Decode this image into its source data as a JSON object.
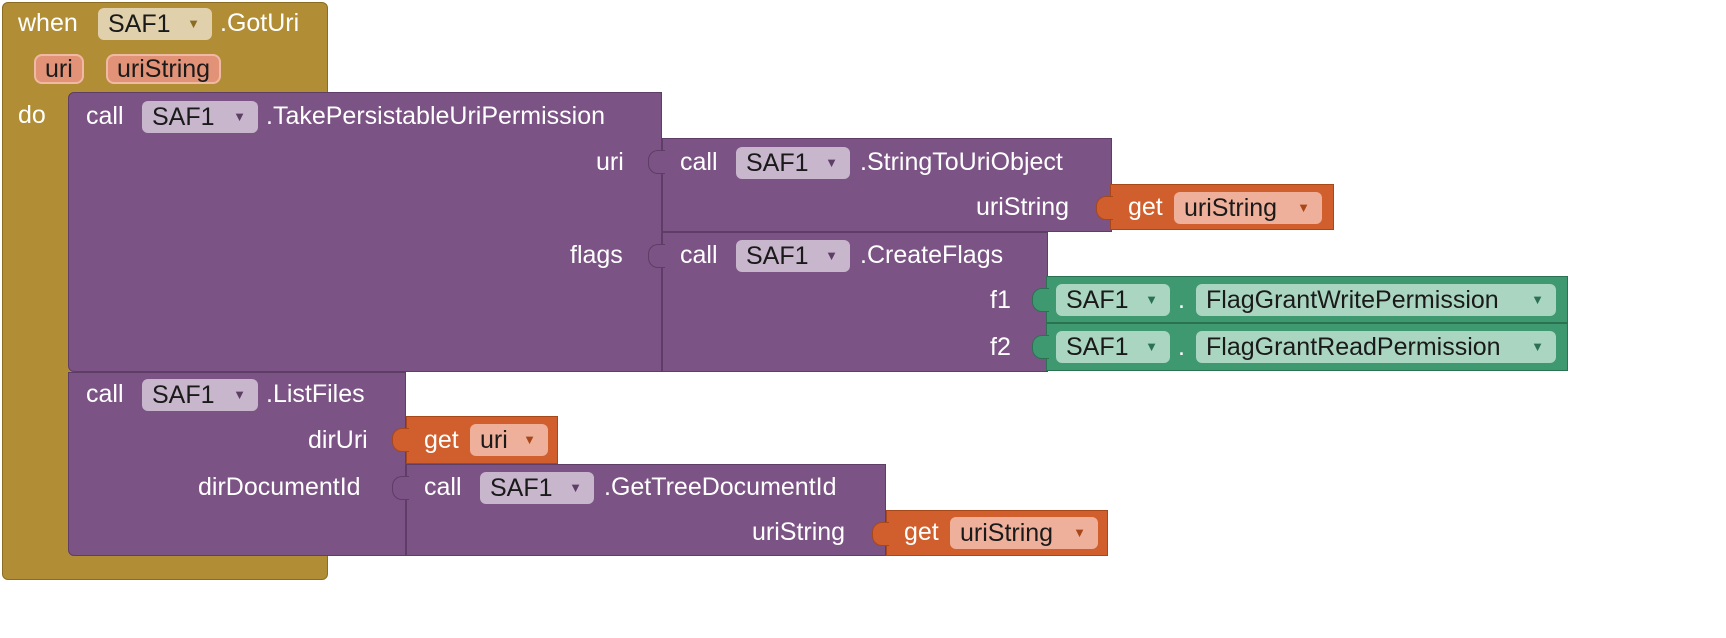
{
  "event": {
    "when_label": "when",
    "component": "SAF1",
    "event_name": ".GotUri",
    "params": [
      "uri",
      "uriString"
    ],
    "do_label": "do"
  },
  "take_permission": {
    "call_label": "call",
    "component": "SAF1",
    "method": ".TakePersistableUriPermission",
    "uri_label": "uri",
    "flags_label": "flags"
  },
  "string_to_uri": {
    "call_label": "call",
    "component": "SAF1",
    "method": ".StringToUriObject",
    "arg_label": "uriString",
    "get_label": "get",
    "get_var": "uriString"
  },
  "create_flags": {
    "call_label": "call",
    "component": "SAF1",
    "method": ".CreateFlags",
    "f1_label": "f1",
    "f2_label": "f2",
    "f1_component": "SAF1",
    "f1_dot": ".",
    "f1_value": "FlagGrantWritePermission",
    "f2_component": "SAF1",
    "f2_dot": ".",
    "f2_value": "FlagGrantReadPermission"
  },
  "list_files": {
    "call_label": "call",
    "component": "SAF1",
    "method": ".ListFiles",
    "dir_uri_label": "dirUri",
    "dir_doc_label": "dirDocumentId",
    "get_label": "get",
    "get_var": "uri"
  },
  "tree_doc": {
    "call_label": "call",
    "component": "SAF1",
    "method": ".GetTreeDocumentId",
    "arg_label": "uriString",
    "get_label": "get",
    "get_var": "uriString"
  },
  "colors": {
    "event": "#b18e35",
    "procedure": "#7c5385",
    "variable_get": "#d05f2d",
    "enum": "#3f9970"
  }
}
